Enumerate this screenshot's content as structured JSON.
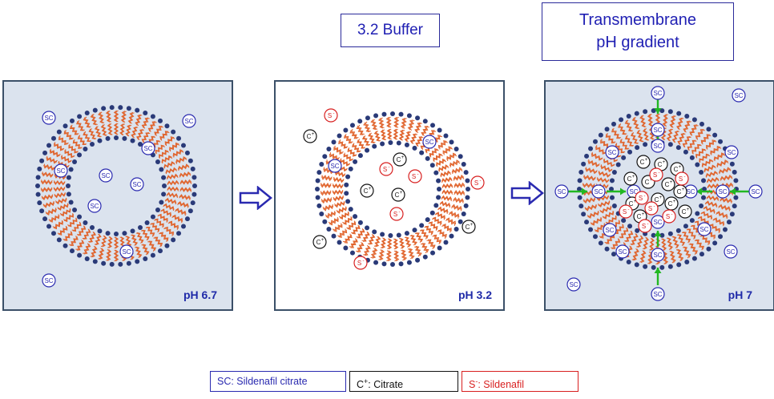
{
  "header": {
    "buffer_label": "3.2  Buffer",
    "gradient_line1": "Transmembrane",
    "gradient_line2": "pH gradient"
  },
  "panels": [
    {
      "ph": "pH 6.7"
    },
    {
      "ph": "pH 3.2"
    },
    {
      "ph": "pH 7"
    }
  ],
  "molecules": {
    "sc": "SC",
    "c": "C",
    "c_sup": "+",
    "s": "S",
    "s_sup": "-"
  },
  "legend": {
    "sc": "SC:  Sildenafil citrate",
    "c_prefix": "C",
    "c_sup": "+",
    "c_text": ":  Citrate",
    "s_prefix": "S",
    "s_sup": "-",
    "s_text": ":  Sildenafil"
  },
  "colors": {
    "panel_bg_tinted": "#dbe3ee",
    "panel_bg_plain": "#ffffff",
    "panel_border": "#3b5068",
    "head_dot": "#2a3a78",
    "tail": "#e0622a",
    "sc_color": "#2a2ab0",
    "c_color": "#111111",
    "s_color": "#d81f1f",
    "flow_arrow": "#22b822",
    "transition_arrow": "#2a2ab0"
  }
}
